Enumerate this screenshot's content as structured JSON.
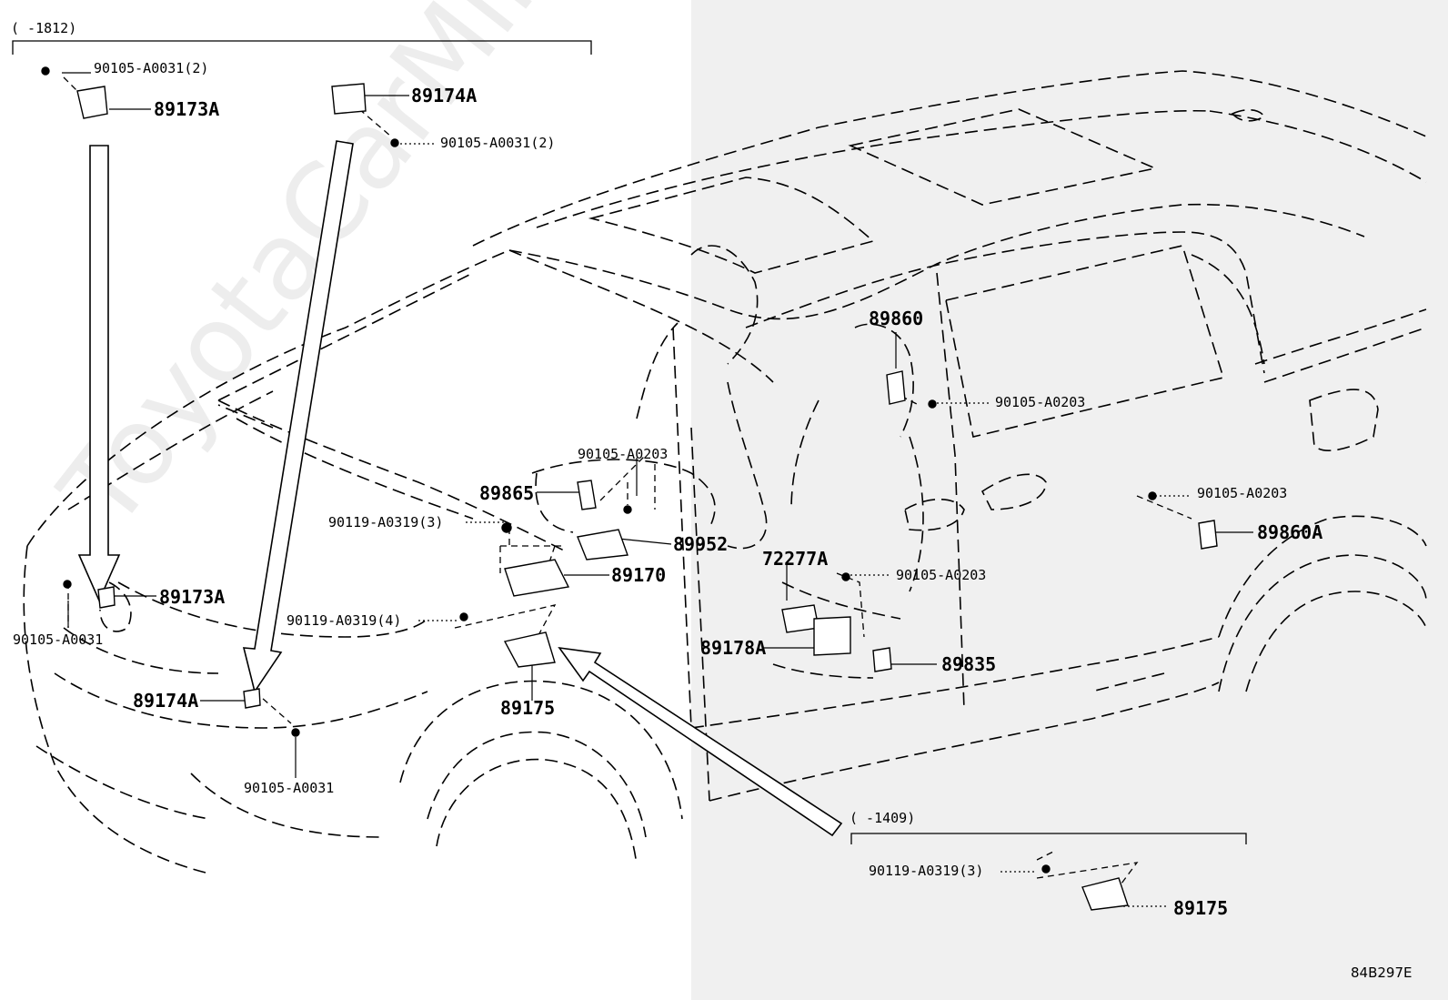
{
  "diagram_id": "84B297E",
  "watermark": "ToyotaCarMine.ru",
  "brackets": {
    "upper_left_range": "(    -1812)",
    "lower_right_range": "(    -1409)"
  },
  "labels": {
    "b_90105_A0031_2_top": "90105-A0031(2)",
    "b_89173A_top": "89173A",
    "b_89174A_top": "89174A",
    "b_90105_A0031_2_mid": "90105-A0031(2)",
    "b_89860": "89860",
    "b_90105_A0203_a": "90105-A0203",
    "b_90105_A0203_b": "90105-A0203",
    "b_89865": "89865",
    "b_90119_A0319_3": "90119-A0319(3)",
    "b_89952": "89952",
    "b_72277A": "72277A",
    "b_90105_A0203_c": "90105-A0203",
    "b_89860A": "89860A",
    "b_89173A_bottom": "89173A",
    "b_89170": "89170",
    "b_90105_A0203_d": "90105-A0203",
    "b_90105_A0031_left": "90105-A0031",
    "b_90119_A0319_4": "90119-A0319(4)",
    "b_89178A": "89178A",
    "b_89835": "89835",
    "b_89174A_bottom": "89174A",
    "b_89175": "89175",
    "b_90105_A0031_bottom": "90105-A0031",
    "b_90119_A0319_3_detail": "90119-A0319(3)",
    "b_89175_detail": "89175"
  }
}
